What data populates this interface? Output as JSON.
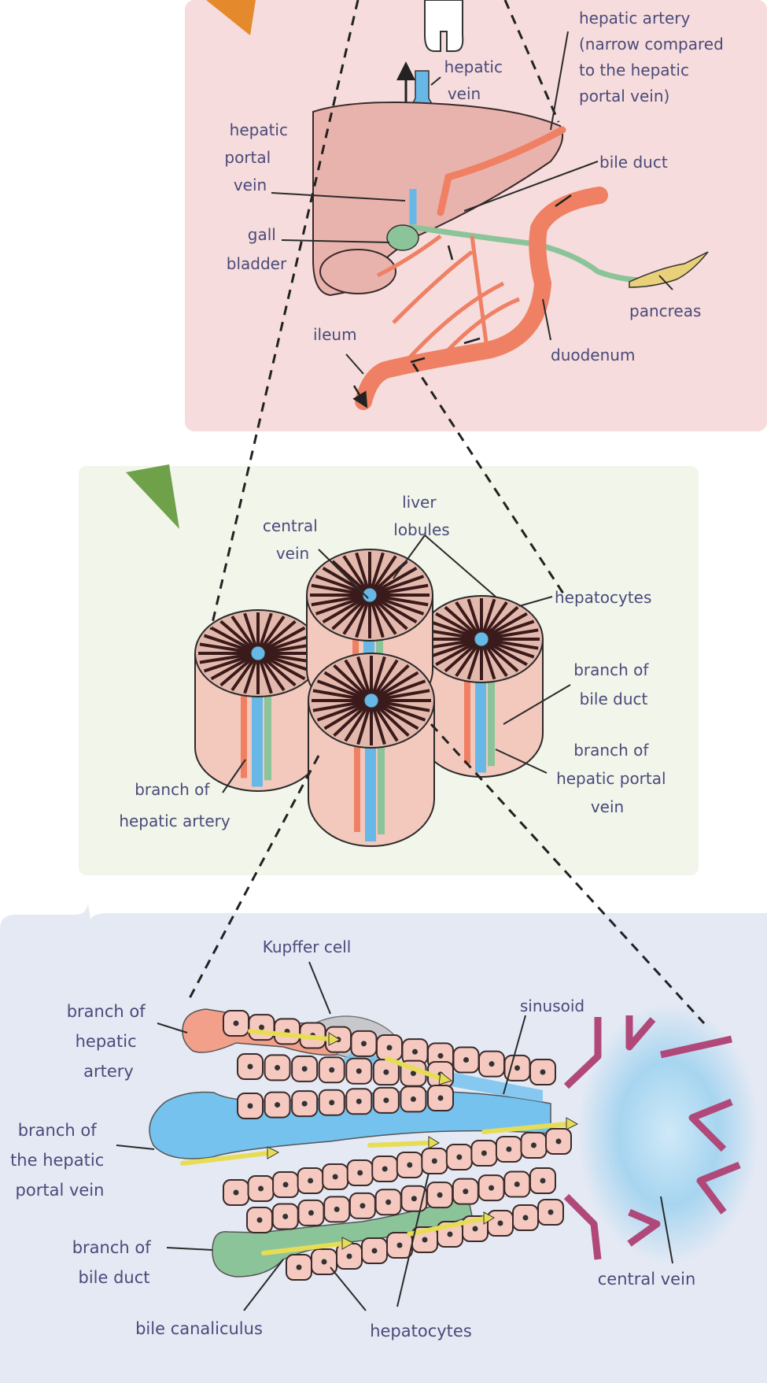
{
  "colors": {
    "panel_top": "#f6dcdc",
    "panel_mid": "#f1f5ea",
    "panel_bottom": "#e4e9f4",
    "liver": "#e9b3ad",
    "artery": "#ef8063",
    "portal_vein": "#67b8e6",
    "bile": "#8cc49a",
    "label": "#4a4a7a",
    "central_vein_wall": "#b0497a"
  },
  "panel_organ": {
    "labels": {
      "hepatic_artery": [
        "hepatic artery",
        "(narrow compared",
        "to the hepatic",
        "portal vein)"
      ],
      "hepatic_vein": [
        "hepatic",
        "vein"
      ],
      "hepatic_portal_vein": [
        "hepatic",
        "portal",
        "vein"
      ],
      "bile_duct": "bile duct",
      "gall_bladder": [
        "gall",
        "bladder"
      ],
      "pancreas": "pancreas",
      "ileum": "ileum",
      "duodenum": "duodenum"
    }
  },
  "panel_lobules": {
    "labels": {
      "central_vein": [
        "central",
        "vein"
      ],
      "liver_lobules": [
        "liver",
        "lobules"
      ],
      "hepatocytes": "hepatocytes",
      "branch_bile_duct": [
        "branch of",
        "bile duct"
      ],
      "branch_portal_vein": [
        "branch of",
        "hepatic portal",
        "vein"
      ],
      "branch_hepatic_artery": [
        "branch of",
        "hepatic artery"
      ]
    }
  },
  "panel_sinusoid": {
    "labels": {
      "kupffer_cell": "Kupffer cell",
      "sinusoid": "sinusoid",
      "branch_hepatic_artery": [
        "branch of",
        "hepatic",
        "artery"
      ],
      "branch_portal_vein": [
        "branch of",
        "the hepatic",
        "portal vein"
      ],
      "branch_bile_duct": [
        "branch of",
        "bile duct"
      ],
      "central_vein": "central vein",
      "bile_canaliculus": "bile canaliculus",
      "hepatocytes": "hepatocytes"
    }
  }
}
